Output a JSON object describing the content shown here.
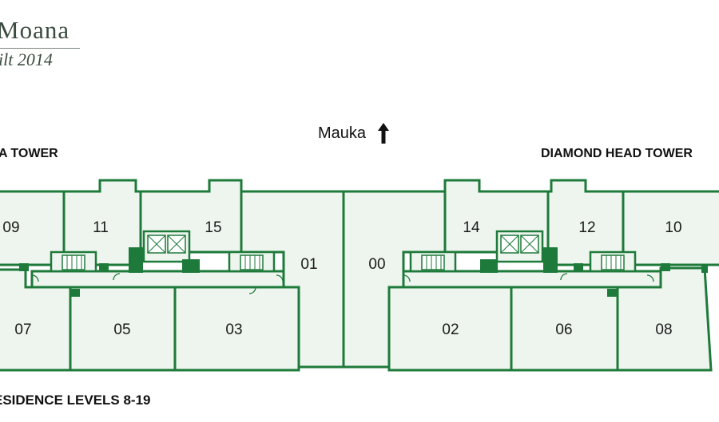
{
  "branding": {
    "name": "Moana",
    "built": "ilt 2014"
  },
  "orientation": {
    "label": "Mauka"
  },
  "towers": {
    "left": "A TOWER",
    "right": "DIAMOND HEAD TOWER"
  },
  "floorplan": {
    "level_label": "ESIDENCE LEVELS 8-19",
    "colors": {
      "wall": "#1e7a3a",
      "fill": "#eef5ee",
      "core": "#1f7a3a"
    },
    "units": {
      "u09": "09",
      "u11": "11",
      "u15": "15",
      "u01": "01",
      "u00": "00",
      "u14": "14",
      "u12": "12",
      "u10": "10",
      "u07": "07",
      "u05": "05",
      "u03": "03",
      "u02": "02",
      "u06": "06",
      "u08": "08"
    }
  }
}
